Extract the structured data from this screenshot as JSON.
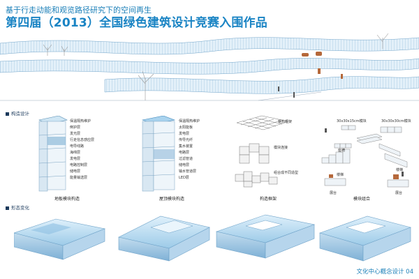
{
  "header": {
    "subtitle": "基于行走动能和观览路径研究下的空间再生",
    "title": "第四届（2013）全国绿色建筑设计竞赛入围作品"
  },
  "sections": {
    "construction": "构造设计",
    "form": "形态变化"
  },
  "module_left": {
    "labels": [
      "保温隔热维护",
      "倒护层",
      "发光层",
      "行走信息感应层",
      "电导线路",
      "海绵层",
      "发电层",
      "电路控制层",
      "储电层",
      "能量输送层"
    ],
    "caption": "地板模块构造"
  },
  "module_right": {
    "labels": [
      "保温隔热维护",
      "太阳能板",
      "发电层",
      "传导光纤",
      "集水装置",
      "电路层",
      "过滤管道",
      "储电层",
      "输水管道层",
      "LED层"
    ],
    "caption": "屋顶模块构造"
  },
  "frame": {
    "labels": [
      "钢构框架",
      "模块连接",
      "组合成不同造型"
    ],
    "caption": "构造框架"
  },
  "combo": {
    "labels": [
      "30x30x15cm模块",
      "30x30x30cm模块",
      "座椅",
      "楼梯",
      "楼梯",
      "展台",
      "展台"
    ],
    "caption": "模块组合"
  },
  "footer": {
    "text": "文化中心概念设计 04"
  },
  "colors": {
    "accent": "#1a84c4",
    "panel": "#cfe6f4",
    "dark": "#1b3a5c"
  }
}
